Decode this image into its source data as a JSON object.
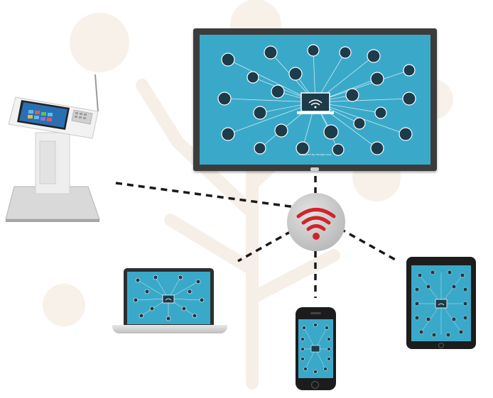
{
  "colors": {
    "screen_blue": "#3aa9c9",
    "wifi_red": "#d2232a",
    "bezel": "#3c3c3c",
    "watermark": "#f5ede4"
  },
  "main_display": {
    "credit_text": "designed by freepik.com",
    "icons": [
      "cloud-icon",
      "globe-icon",
      "lock-icon",
      "watch-icon",
      "car-icon",
      "mail-icon",
      "gear-icon",
      "smartphone-icon",
      "message-icon",
      "home-icon",
      "headphones-icon",
      "laptop-wifi-icon",
      "cart-icon",
      "lock-icon",
      "washing-machine-icon",
      "location-pin-icon",
      "search-icon",
      "first-aid-icon",
      "cloud-icon",
      "search-icon",
      "mail-icon",
      "camera-icon",
      "home-icon",
      "airplane-icon",
      "lightbulb-icon"
    ]
  },
  "router": {
    "icon": "wifi-icon"
  },
  "devices": [
    "interactive-kiosk",
    "laptop",
    "smartphone",
    "tablet"
  ]
}
